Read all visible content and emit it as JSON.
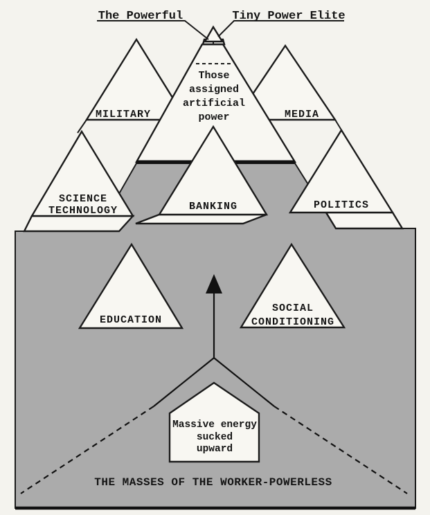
{
  "diagram": {
    "top_labels": {
      "powerful": "The Powerful",
      "elite": "Tiny Power Elite"
    },
    "apex_text": [
      "Those",
      "assigned",
      "artificial",
      "power"
    ],
    "row1": {
      "military": "MILITARY",
      "media": "MEDIA"
    },
    "row2": {
      "science": [
        "SCIENCE",
        "TECHNOLOGY"
      ],
      "banking": "BANKING",
      "politics": "POLITICS"
    },
    "row3": {
      "education": "EDUCATION",
      "social": [
        "SOCIAL",
        "CONDITIONING"
      ]
    },
    "house_text": [
      "Massive energy",
      "sucked",
      "upward"
    ],
    "masses_label": "THE MASSES OF THE WORKER-POWERLESS",
    "colors": {
      "paper": "#f4f3ee",
      "shape_fill": "#f8f7f2",
      "masses_gray": "#ababab",
      "ink": "#1b1b1b"
    }
  }
}
